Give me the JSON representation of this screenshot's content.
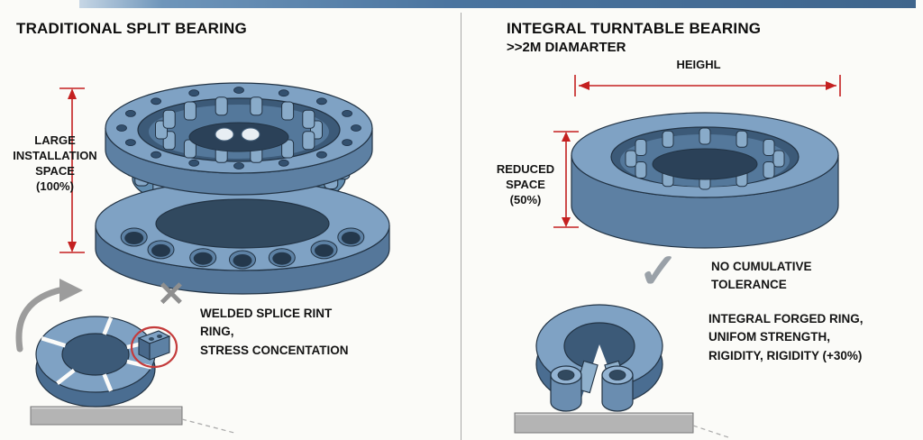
{
  "left_panel": {
    "title": "TRADITIONAL SPLIT BEARING",
    "space_label": "LARGE\nINSTALLATION\nSPACE\n(100%)",
    "caption": "WELDED SPLICE RINT\nRING,\nSTRESS CONCENTATION"
  },
  "right_panel": {
    "title": "INTEGRAL TURNTABLE BEARING",
    "subtitle": ">>2M DIAMARTER",
    "height_label": "HEIGHL",
    "space_label": "REDUCED\nSPACE\n(50%)",
    "tolerance_label": "NO CUMULATIVE\nTOLERANCE",
    "caption": "INTEGRAL FORGED RING,\nUNIFOM STRENGTH,\nRIGIDITY, RIGIDITY (+30%)"
  },
  "icons": {
    "defect_cross": "✕",
    "check_mark": "✓"
  },
  "colors": {
    "accent_red": "#c42020",
    "bearing_blue": "#7fa2c4",
    "bearing_shadow": "#3c5a78",
    "base_gray": "#b4b4b4",
    "top_bar_blue": "#4a749f"
  }
}
